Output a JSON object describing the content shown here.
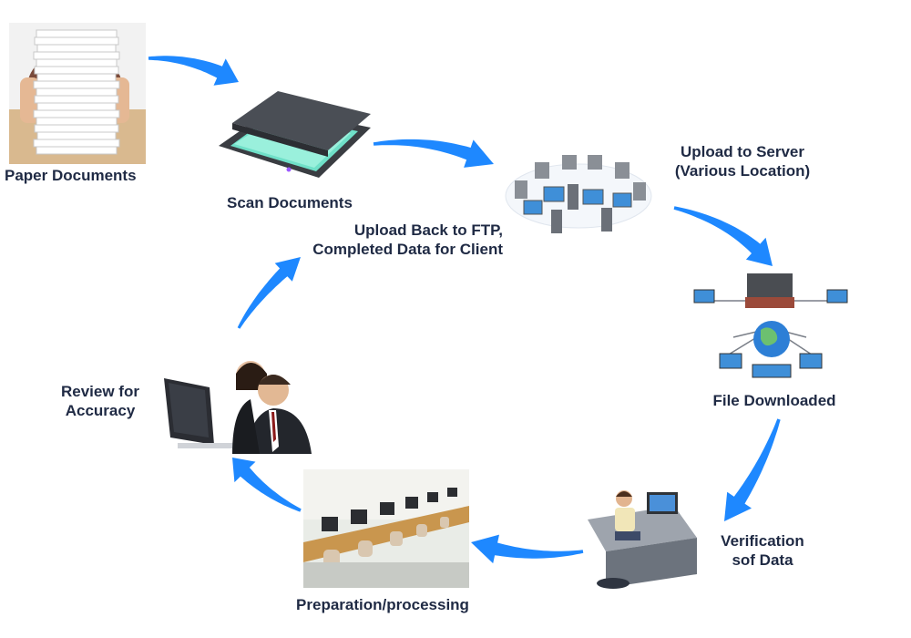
{
  "diagram": {
    "arrow_color": "#1e88ff",
    "text_color": "#1f2a44",
    "steps": [
      {
        "id": "paper-documents",
        "lines": [
          "Paper Documents"
        ],
        "icon": "paper-stack-icon"
      },
      {
        "id": "scan-documents",
        "lines": [
          "Scan Documents"
        ],
        "icon": "scanner-icon"
      },
      {
        "id": "upload-to-server",
        "lines": [
          "Upload to Server",
          "(Various Location)"
        ],
        "icon": "server-network-icon"
      },
      {
        "id": "file-downloaded",
        "lines": [
          "File Downloaded"
        ],
        "icon": "network-globe-icon"
      },
      {
        "id": "verification-of-data",
        "lines": [
          "Verification",
          "sof Data"
        ],
        "icon": "office-worker-icon"
      },
      {
        "id": "preparation-processing",
        "lines": [
          "Preparation/processing"
        ],
        "icon": "computer-lab-icon"
      },
      {
        "id": "review-for-accuracy",
        "lines": [
          "Review for",
          "Accuracy"
        ],
        "icon": "reviewers-icon"
      },
      {
        "id": "upload-back-to-ftp",
        "lines": [
          "Upload Back to FTP,",
          "Completed Data for Client"
        ]
      }
    ]
  }
}
